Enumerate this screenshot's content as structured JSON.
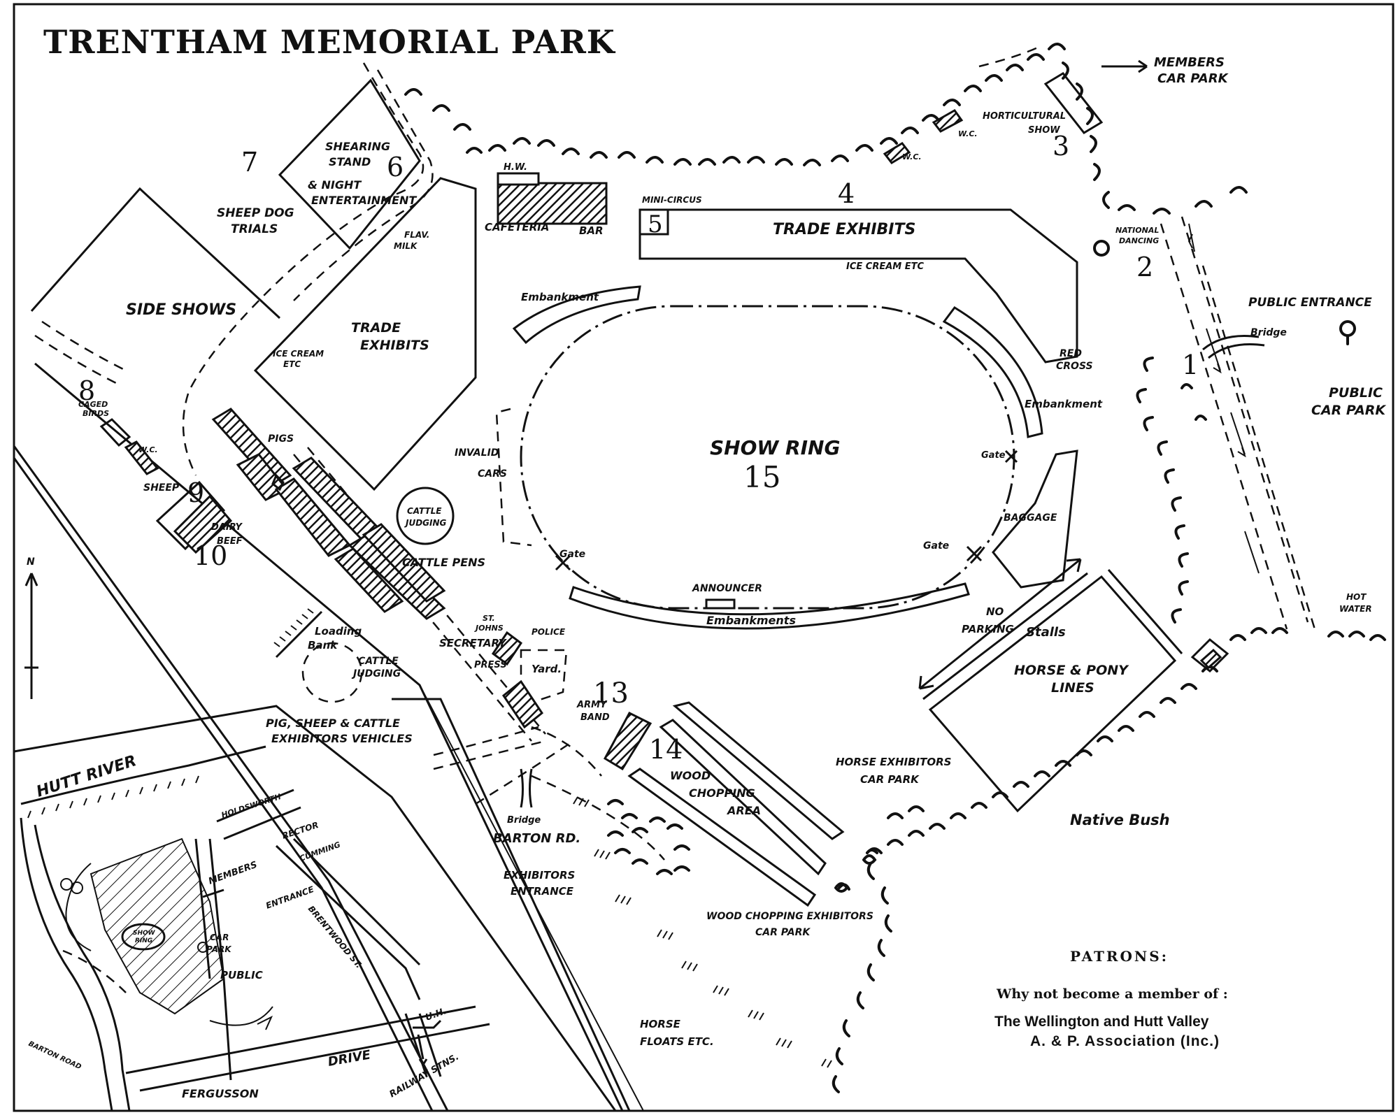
{
  "title": "TRENTHAM MEMORIAL PARK",
  "numbers": {
    "n1": "1",
    "n2": "2",
    "n3": "3",
    "n4": "4",
    "n5": "5",
    "n6": "6",
    "n7": "7",
    "n8": "8",
    "n9": "9",
    "n10": "10",
    "n13": "13",
    "n14": "14",
    "n15": "15"
  },
  "labels": {
    "members_car_park_1": "MEMBERS",
    "members_car_park_2": "CAR PARK",
    "horticultural_1": "HORTICULTURAL",
    "horticultural_2": "SHOW",
    "wc_1": "W.C.",
    "wc_2": "W.C.",
    "wc_3": "W.C.",
    "shearing_1": "SHEARING",
    "shearing_2": "STAND",
    "night_1": "& NIGHT",
    "night_2": "ENTERTAINMENT",
    "hw": "H.W.",
    "cafeteria": "CAFETERIA",
    "bar": "BAR",
    "mini_circus": "MINI-CIRCUS",
    "trade_exhibits_top": "TRADE  EXHIBITS",
    "ice_cream_top": "ICE CREAM ETC",
    "national_dancing_1": "NATIONAL",
    "national_dancing_2": "DANCING",
    "public_entrance": "PUBLIC ENTRANCE",
    "bridge_right": "Bridge",
    "sheep_dog_1": "SHEEP DOG",
    "sheep_dog_2": "TRIALS",
    "side_shows": "SIDE SHOWS",
    "flav_milk_1": "FLAV.",
    "flav_milk_2": "MILK",
    "trade_exhibits_left_1": "TRADE",
    "trade_exhibits_left_2": "EXHIBITS",
    "ice_cream_left_1": "ICE CREAM",
    "ice_cream_left_2": "ETC",
    "embankment_top": "Embankment",
    "red_cross_1": "RED",
    "red_cross_2": "CROSS",
    "embankment_right": "Embankment",
    "public_car_park_1": "PUBLIC",
    "public_car_park_2": "CAR PARK",
    "caged_birds_1": "CAGED",
    "caged_birds_2": "BIRDS",
    "pigs": "PIGS",
    "sheep": "SHEEP",
    "dairy_beef_1": "DAIRY",
    "dairy_beef_2": "BEEF",
    "invalid_cars_1": "INVALID",
    "invalid_cars_2": "CARS",
    "show_ring": "SHOW  RING",
    "gate_right": "Gate",
    "baggage": "BAGGAGE",
    "cattle_judging_circle_1": "CATTLE",
    "cattle_judging_circle_2": "JUDGING",
    "cattle_pens": "CATTLE PENS",
    "gate_left": "Gate",
    "gate_bottom": "Gate",
    "announcer": "ANNOUNCER",
    "embankments_bottom": "Embankments",
    "no_parking_1": "NO",
    "no_parking_2": "PARKING",
    "stalls": "Stalls",
    "horse_pony_1": "HORSE & PONY",
    "horse_pony_2": "LINES",
    "hot_water_1": "HOT",
    "hot_water_2": "WATER",
    "st_johns_1": "ST.",
    "st_johns_2": "JOHNS",
    "police": "POLICE",
    "secretary": "SECRETARY",
    "press": "PRESS",
    "yard": "Yard.",
    "army_band_1": "ARMY",
    "army_band_2": "BAND",
    "loading_bank_1": "Loading",
    "loading_bank_2": "Bank",
    "cattle_judging_lower_1": "CATTLE",
    "cattle_judging_lower_2": "JUDGING",
    "exhibitors_vehicles_1": "PIG, SHEEP & CATTLE",
    "exhibitors_vehicles_2": "EXHIBITORS VEHICLES",
    "wood_chopping_1": "WOOD",
    "wood_chopping_2": "CHOPPING",
    "wood_chopping_3": "AREA",
    "horse_exhibitors_1": "HORSE EXHIBITORS",
    "horse_exhibitors_2": "CAR PARK",
    "native_bush": "Native Bush",
    "bridge_bottom": "Bridge",
    "barton_rd": "BARTON RD.",
    "exhibitors_entrance_1": "EXHIBITORS",
    "exhibitors_entrance_2": "ENTRANCE",
    "wood_chopping_car_1": "WOOD CHOPPING EXHIBITORS",
    "wood_chopping_car_2": "CAR PARK",
    "horse_floats_1": "HORSE",
    "horse_floats_2": "FLOATS ETC.",
    "north": "N"
  },
  "inset": {
    "hutt_river": "HUTT RIVER",
    "holdsworth": "HOLDSWORTH",
    "members": "MEMBERS",
    "rector": "RECTOR",
    "cumming": "CUMMING",
    "entrance": "ENTRANCE",
    "brentwood": "BRENTWOOD ST.",
    "show_ring_1": "SHOW",
    "show_ring_2": "RING",
    "car_park_1": "CAR",
    "car_park_2": "PARK",
    "public": "PUBLIC",
    "barton_road": "BARTON ROAD",
    "fergusson": "FERGUSSON",
    "drive": "DRIVE",
    "uh": "U.H.",
    "railway": "RAILWAY STNS."
  },
  "patrons": {
    "heading": "PATRONS:",
    "line1": "Why not become a member of :",
    "line2": "The Wellington and Hutt Valley",
    "line3": "A. & P. Association (Inc.)"
  }
}
